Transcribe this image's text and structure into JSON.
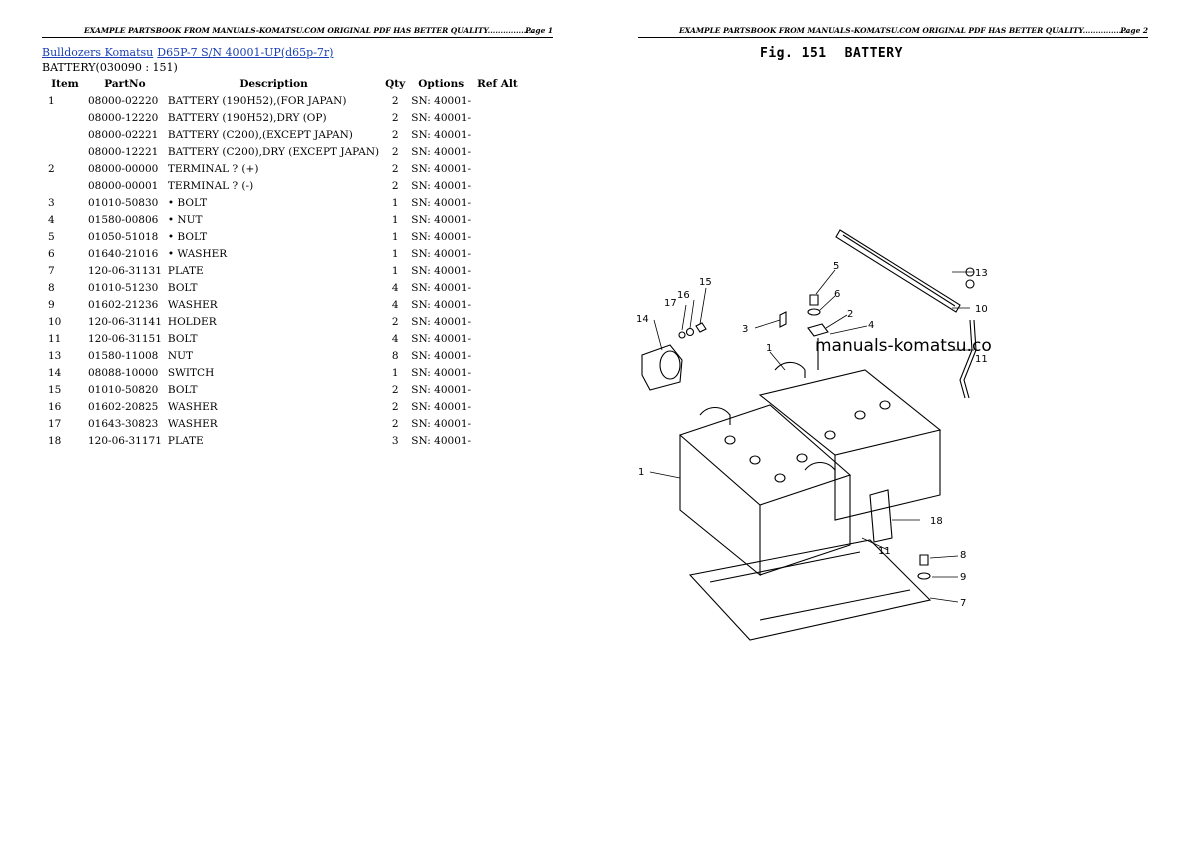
{
  "header": {
    "text": "EXAMPLE PARTSBOOK FROM MANUALS-KOMATSU.COM ORIGINAL PDF HAS BETTER QUALITY..................",
    "page1": "Page 1",
    "page2": "Page 2"
  },
  "breadcrumb": {
    "category": "Bulldozers Komatsu",
    "model": "D65P-7 S/N 40001-UP(d65p-7r)"
  },
  "section_title": "BATTERY(030090 : 151)",
  "table": {
    "columns": [
      "Item",
      "PartNo",
      "Description",
      "Qty",
      "Options",
      "Ref Alt"
    ],
    "rows": [
      {
        "item": "1",
        "part": "08000-02220",
        "desc": "BATTERY (190H52),(FOR JAPAN)",
        "qty": "2",
        "opt": "SN: 40001-",
        "ref": ""
      },
      {
        "item": "",
        "part": "08000-12220",
        "desc": "BATTERY (190H52),DRY (OP)",
        "qty": "2",
        "opt": "SN: 40001-",
        "ref": ""
      },
      {
        "item": "",
        "part": "08000-02221",
        "desc": "BATTERY (C200),(EXCEPT JAPAN)",
        "qty": "2",
        "opt": "SN: 40001-",
        "ref": ""
      },
      {
        "item": "",
        "part": "08000-12221",
        "desc": "BATTERY (C200),DRY (EXCEPT JAPAN)",
        "qty": "2",
        "opt": "SN: 40001-",
        "ref": ""
      },
      {
        "item": "2",
        "part": "08000-00000",
        "desc": "TERMINAL ? (+)",
        "qty": "2",
        "opt": "SN: 40001-",
        "ref": ""
      },
      {
        "item": "",
        "part": "08000-00001",
        "desc": "TERMINAL ? (-)",
        "qty": "2",
        "opt": "SN: 40001-",
        "ref": ""
      },
      {
        "item": "3",
        "part": "01010-50830",
        "desc": "• BOLT",
        "qty": "1",
        "opt": "SN: 40001-",
        "ref": ""
      },
      {
        "item": "4",
        "part": "01580-00806",
        "desc": "• NUT",
        "qty": "1",
        "opt": "SN: 40001-",
        "ref": ""
      },
      {
        "item": "5",
        "part": "01050-51018",
        "desc": "• BOLT",
        "qty": "1",
        "opt": "SN: 40001-",
        "ref": ""
      },
      {
        "item": "6",
        "part": "01640-21016",
        "desc": "• WASHER",
        "qty": "1",
        "opt": "SN: 40001-",
        "ref": ""
      },
      {
        "item": "7",
        "part": "120-06-31131",
        "desc": "PLATE",
        "qty": "1",
        "opt": "SN: 40001-",
        "ref": ""
      },
      {
        "item": "8",
        "part": "01010-51230",
        "desc": "BOLT",
        "qty": "4",
        "opt": "SN: 40001-",
        "ref": ""
      },
      {
        "item": "9",
        "part": "01602-21236",
        "desc": "WASHER",
        "qty": "4",
        "opt": "SN: 40001-",
        "ref": ""
      },
      {
        "item": "10",
        "part": "120-06-31141",
        "desc": "HOLDER",
        "qty": "2",
        "opt": "SN: 40001-",
        "ref": ""
      },
      {
        "item": "11",
        "part": "120-06-31151",
        "desc": "BOLT",
        "qty": "4",
        "opt": "SN: 40001-",
        "ref": ""
      },
      {
        "item": "13",
        "part": "01580-11008",
        "desc": "NUT",
        "qty": "8",
        "opt": "SN: 40001-",
        "ref": ""
      },
      {
        "item": "14",
        "part": "08088-10000",
        "desc": "SWITCH",
        "qty": "1",
        "opt": "SN: 40001-",
        "ref": ""
      },
      {
        "item": "15",
        "part": "01010-50820",
        "desc": "BOLT",
        "qty": "2",
        "opt": "SN: 40001-",
        "ref": ""
      },
      {
        "item": "16",
        "part": "01602-20825",
        "desc": "WASHER",
        "qty": "2",
        "opt": "SN: 40001-",
        "ref": ""
      },
      {
        "item": "17",
        "part": "01643-30823",
        "desc": "WASHER",
        "qty": "2",
        "opt": "SN: 40001-",
        "ref": ""
      },
      {
        "item": "18",
        "part": "120-06-31171",
        "desc": "PLATE",
        "qty": "3",
        "opt": "SN: 40001-",
        "ref": ""
      }
    ]
  },
  "figure": {
    "fig_label": "Fig. 151",
    "fig_name": "BATTERY",
    "watermark": "manuals-komatsu.co",
    "callouts": [
      "1",
      "1",
      "2",
      "3",
      "4",
      "5",
      "6",
      "7",
      "8",
      "9",
      "10",
      "11",
      "11",
      "13",
      "14",
      "15",
      "16",
      "17",
      "18"
    ]
  }
}
